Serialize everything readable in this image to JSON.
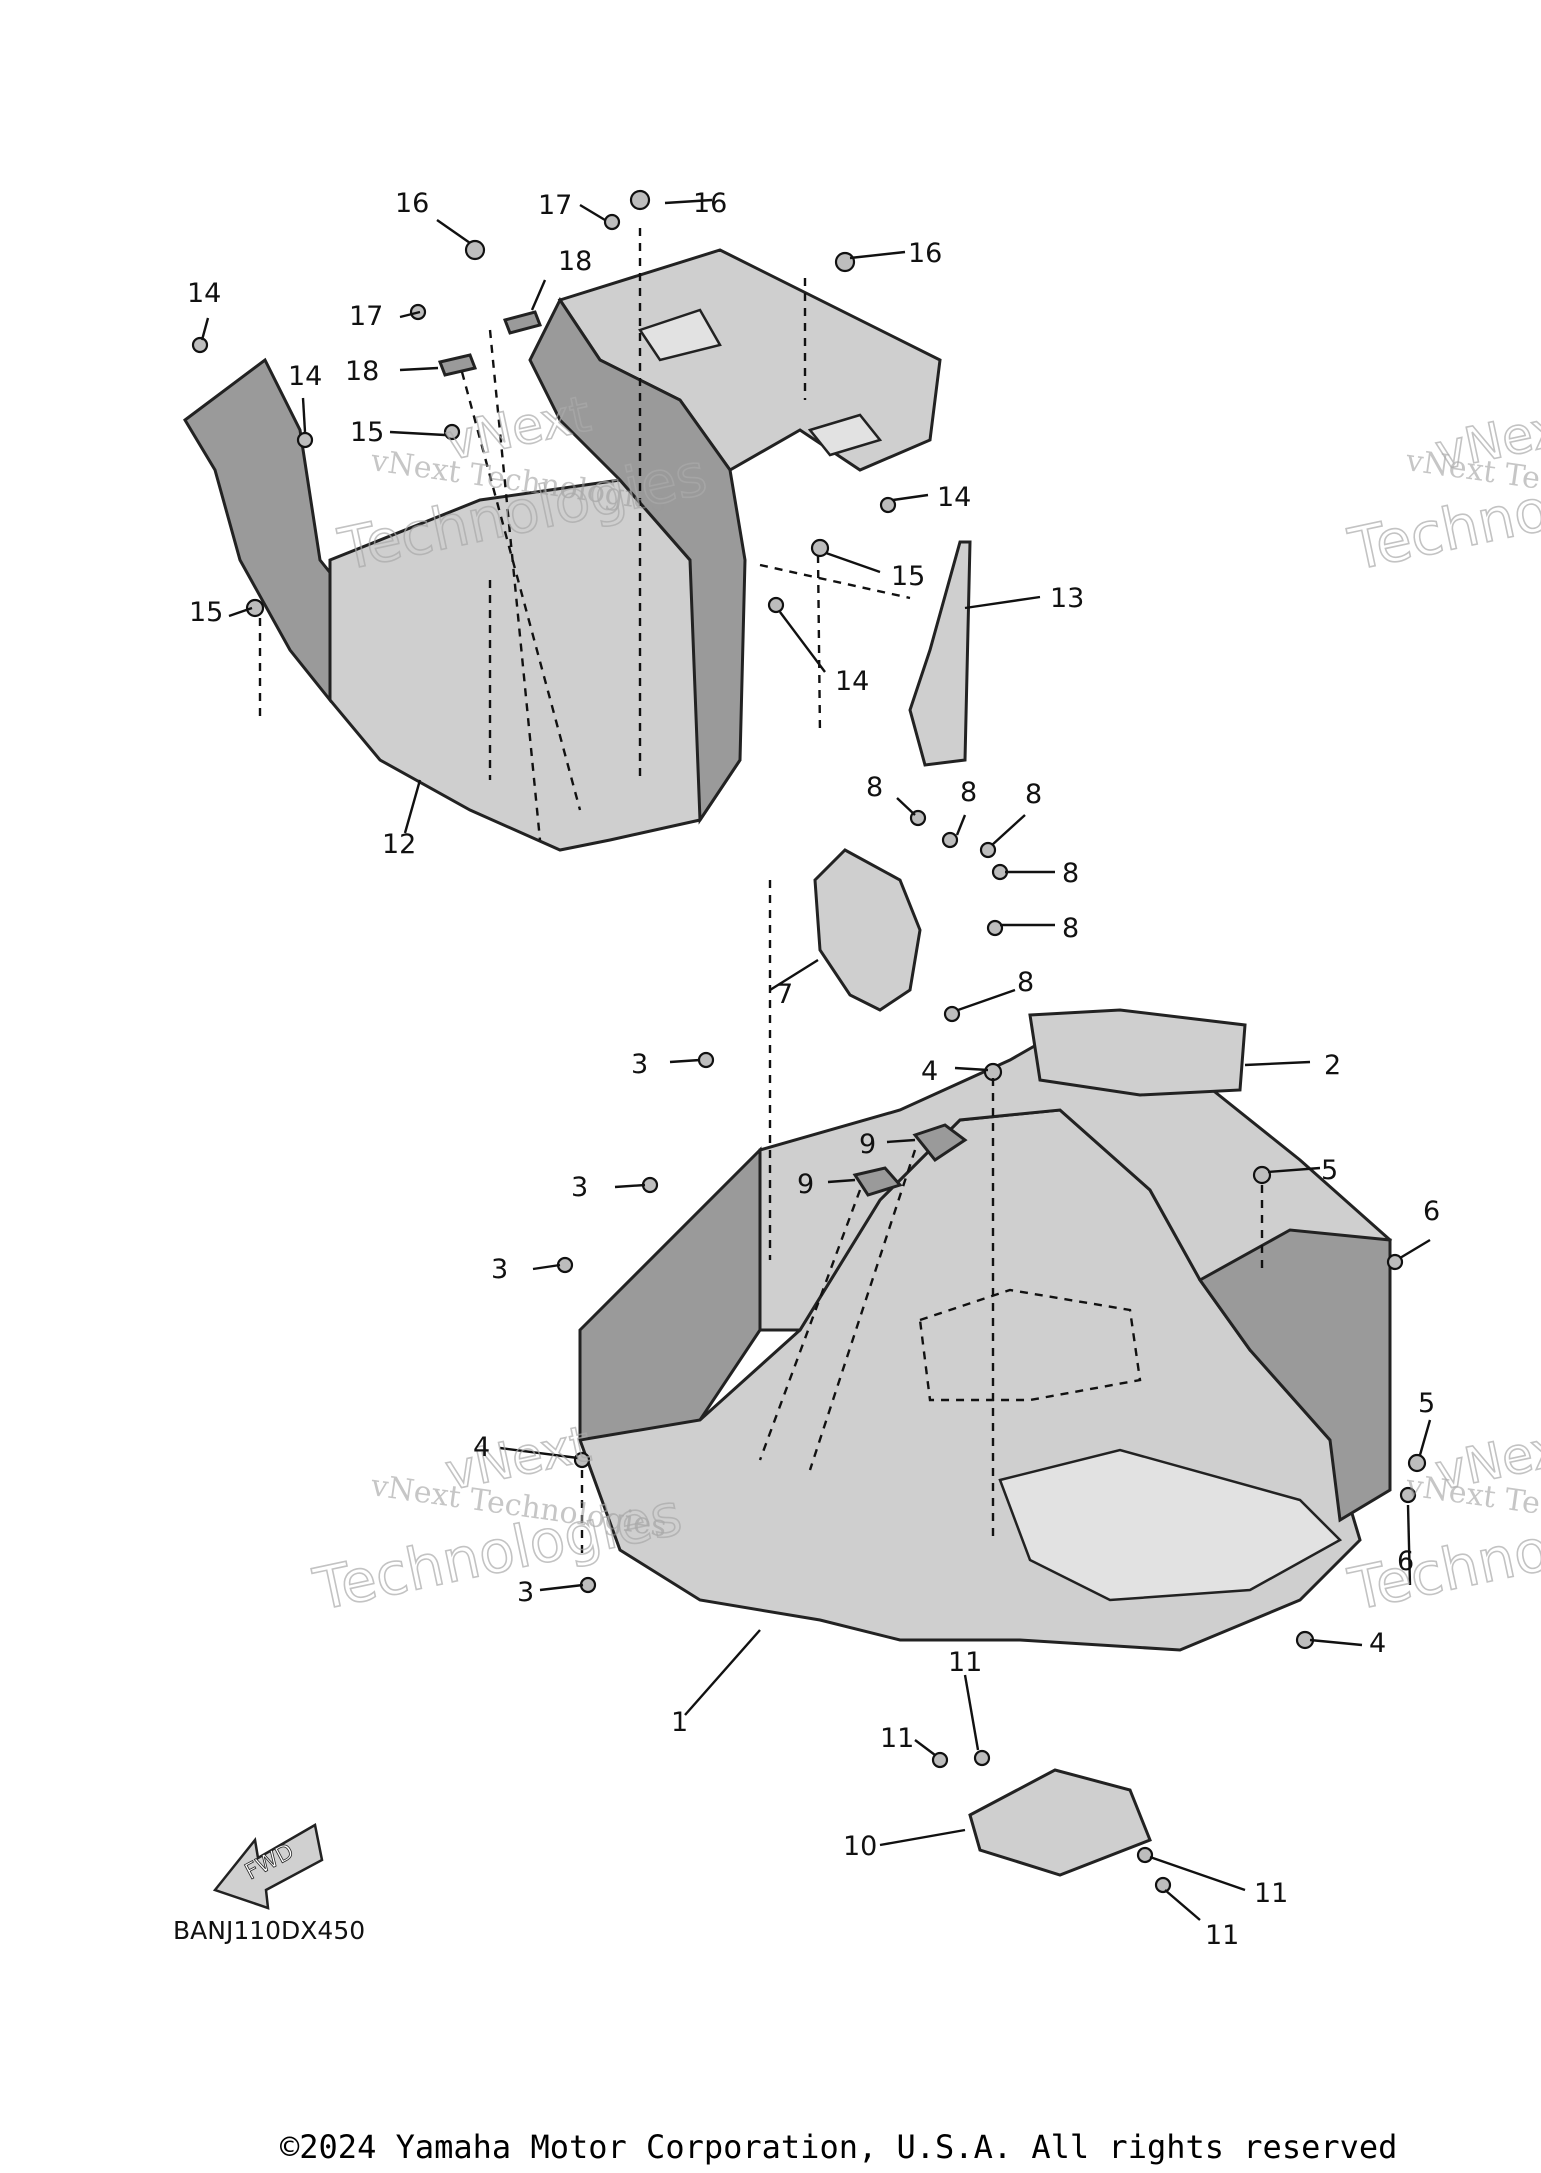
{
  "callouts": [
    {
      "id": "c16a",
      "label": "16"
    },
    {
      "id": "c17a",
      "label": "17"
    },
    {
      "id": "c16b",
      "label": "16"
    },
    {
      "id": "c16c",
      "label": "16"
    },
    {
      "id": "c18a",
      "label": "18"
    },
    {
      "id": "c14a",
      "label": "14"
    },
    {
      "id": "c17b",
      "label": "17"
    },
    {
      "id": "c14b",
      "label": "14"
    },
    {
      "id": "c18b",
      "label": "18"
    },
    {
      "id": "c15a",
      "label": "15"
    },
    {
      "id": "c14c",
      "label": "14"
    },
    {
      "id": "c15b",
      "label": "15"
    },
    {
      "id": "c13",
      "label": "13"
    },
    {
      "id": "c15c",
      "label": "15"
    },
    {
      "id": "c14d",
      "label": "14"
    },
    {
      "id": "c12",
      "label": "12"
    },
    {
      "id": "c8a",
      "label": "8"
    },
    {
      "id": "c8b",
      "label": "8"
    },
    {
      "id": "c8c",
      "label": "8"
    },
    {
      "id": "c8d",
      "label": "8"
    },
    {
      "id": "c8e",
      "label": "8"
    },
    {
      "id": "c7",
      "label": "7"
    },
    {
      "id": "c8f",
      "label": "8"
    },
    {
      "id": "c4a",
      "label": "4"
    },
    {
      "id": "c2",
      "label": "2"
    },
    {
      "id": "c3a",
      "label": "3"
    },
    {
      "id": "c9a",
      "label": "9"
    },
    {
      "id": "c9b",
      "label": "9"
    },
    {
      "id": "c5a",
      "label": "5"
    },
    {
      "id": "c3b",
      "label": "3"
    },
    {
      "id": "c6a",
      "label": "6"
    },
    {
      "id": "c3c",
      "label": "3"
    },
    {
      "id": "c5b",
      "label": "5"
    },
    {
      "id": "c4b",
      "label": "4"
    },
    {
      "id": "c6b",
      "label": "6"
    },
    {
      "id": "c3d",
      "label": "3"
    },
    {
      "id": "c4c",
      "label": "4"
    },
    {
      "id": "c1",
      "label": "1"
    },
    {
      "id": "c11a",
      "label": "11"
    },
    {
      "id": "c11b",
      "label": "11"
    },
    {
      "id": "c10",
      "label": "10"
    },
    {
      "id": "c11c",
      "label": "11"
    },
    {
      "id": "c11d",
      "label": "11"
    }
  ],
  "fwd_label": "FWD",
  "diagram_code": "BANJ110DX450",
  "watermark_small": "vNext Technologies",
  "watermark_big": "Technologies",
  "watermark_next": "vNext",
  "copyright": "©2024 Yamaha Motor Corporation, U.S.A. All rights reserved"
}
